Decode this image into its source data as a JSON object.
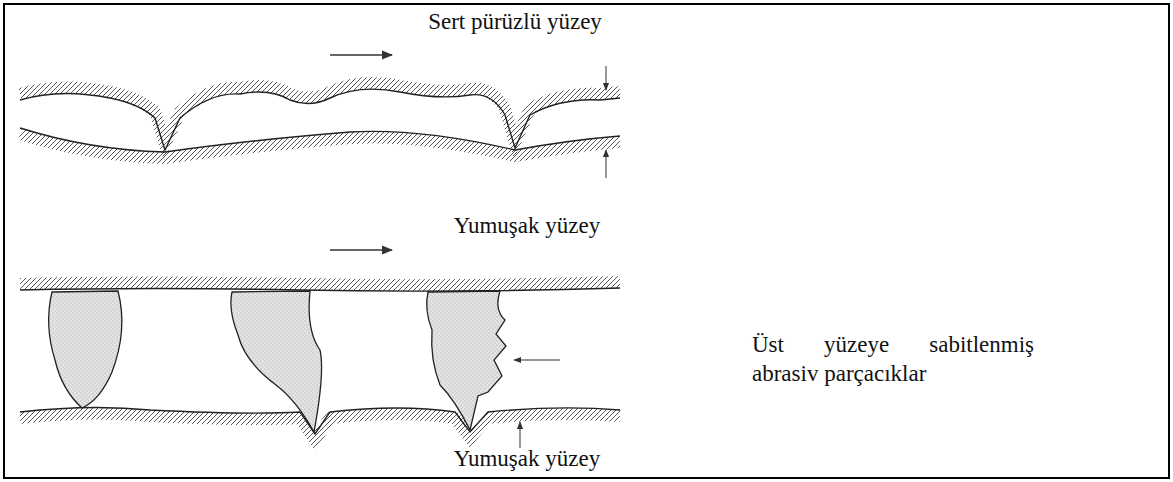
{
  "diagram": {
    "labels": [
      "Sert pürüzlü yüzey",
      "Yumuşak yüzey",
      "Üst yüzeye sabitlenmiş abrasiv parçacıklar",
      "Yumuşak yüzey"
    ]
  }
}
